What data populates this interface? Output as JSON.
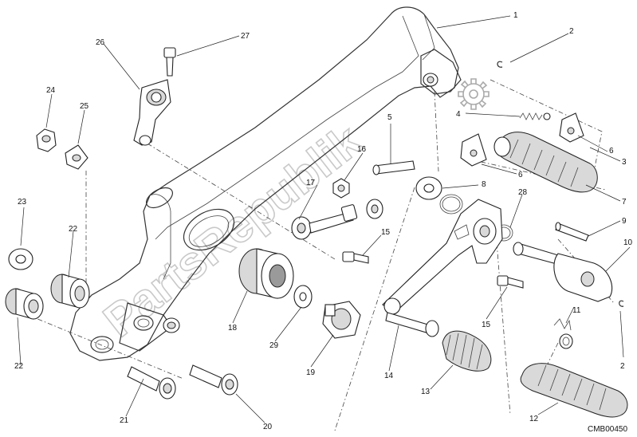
{
  "diagram": {
    "drawing_code": "CMB00450",
    "watermark": "PartsRepublik",
    "callouts": [
      "1",
      "2",
      "3",
      "4",
      "5",
      "6",
      "6",
      "7",
      "8",
      "9",
      "10",
      "11",
      "12",
      "13",
      "14",
      "15",
      "15",
      "16",
      "17",
      "18",
      "19",
      "20",
      "21",
      "22",
      "22",
      "23",
      "24",
      "25",
      "26",
      "27",
      "28",
      "29",
      "2"
    ]
  }
}
